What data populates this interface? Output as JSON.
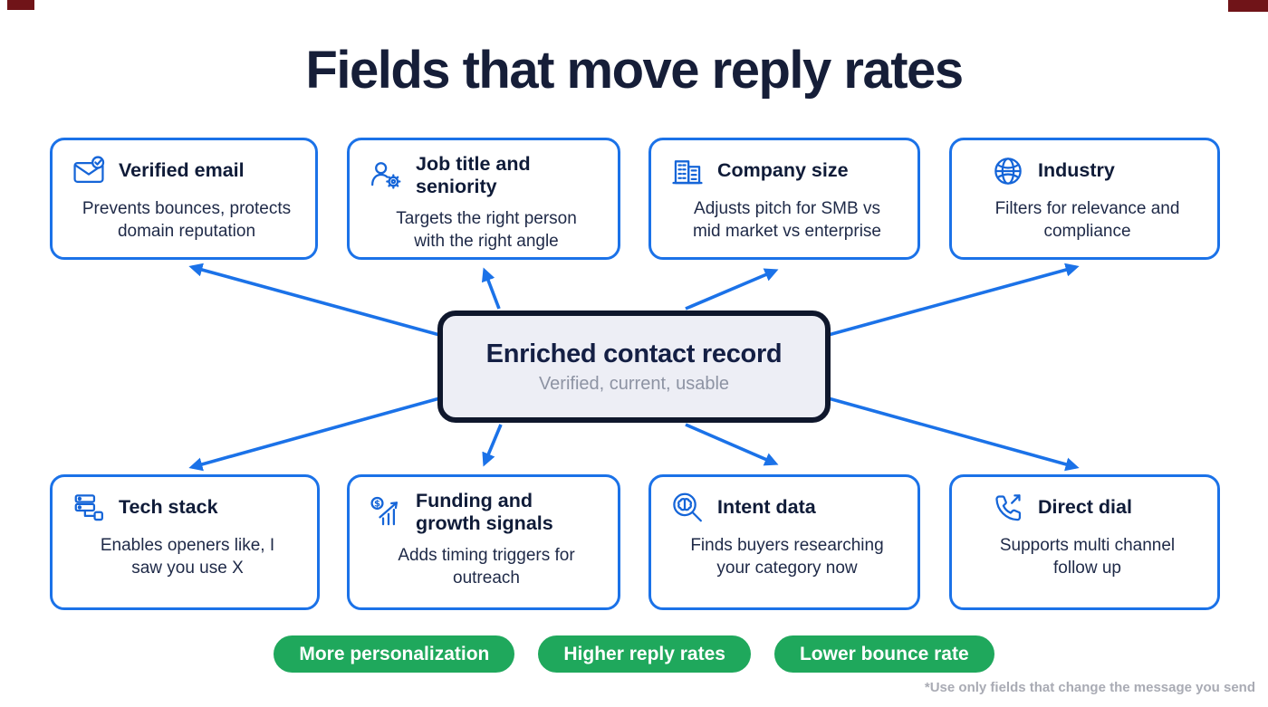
{
  "title": "Fields that move reply rates",
  "center": {
    "title": "Enriched contact record",
    "subtitle": "Verified, current, usable"
  },
  "cards": [
    {
      "icon": "verified-email-icon",
      "title": "Verified email",
      "description": "Prevents bounces, protects domain reputation"
    },
    {
      "icon": "job-title-seniority-icon",
      "title": "Job title and seniority",
      "description": "Targets the right person with the right angle"
    },
    {
      "icon": "company-size-icon",
      "title": "Company size",
      "description": "Adjusts pitch for SMB vs mid market vs enterprise"
    },
    {
      "icon": "industry-globe-icon",
      "title": "Industry",
      "description": "Filters for relevance and compliance"
    },
    {
      "icon": "tech-stack-icon",
      "title": "Tech stack",
      "description": "Enables openers like, I saw you use X"
    },
    {
      "icon": "funding-growth-icon",
      "title": "Funding and growth signals",
      "description": "Adds timing triggers for outreach"
    },
    {
      "icon": "intent-data-icon",
      "title": "Intent data",
      "description": "Finds buyers researching your category now"
    },
    {
      "icon": "direct-dial-icon",
      "title": "Direct dial",
      "description": "Supports multi channel follow up"
    }
  ],
  "pills": [
    {
      "label": "More personalization"
    },
    {
      "label": "Higher reply rates"
    },
    {
      "label": "Lower bounce rate"
    }
  ],
  "footnote": "*Use only fields that change the message you send",
  "colors": {
    "accent_blue": "#1b72e8",
    "icon_blue": "#1565d8",
    "dark_navy": "#161e38",
    "center_border": "#0f172c",
    "center_bg": "#edeef5",
    "pill_green": "#1fa85c",
    "footnote_gray": "#a9abb4"
  }
}
